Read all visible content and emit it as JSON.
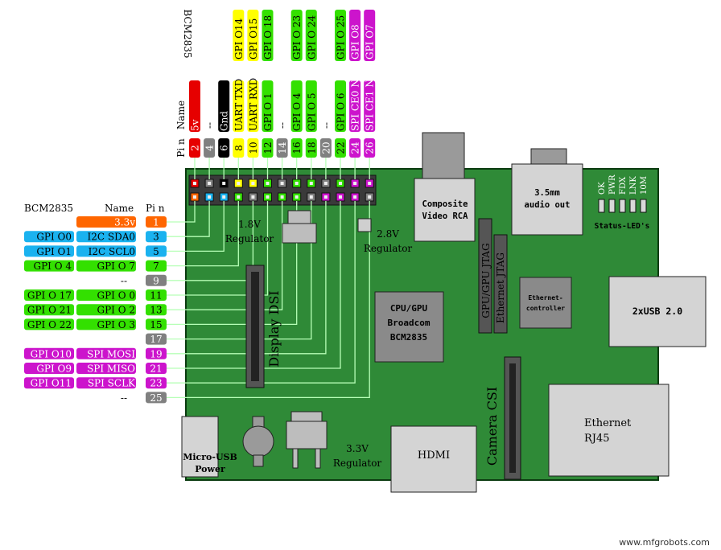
{
  "colors": {
    "board": "#2f8a37",
    "board_stroke": "#0b3b10",
    "red": "#e60000",
    "orange": "#ff6600",
    "yellow": "#ffff00",
    "green": "#33e000",
    "blue": "#1ab2ef",
    "magenta": "#cc14cc",
    "grey": "#808080",
    "black": "#000000",
    "component": "#cfcfcf",
    "chip": "#8a8a8a",
    "wire": "#b7ffb7"
  },
  "top_header": {
    "bcm": "BCM2835",
    "name": "Name",
    "pin": "Pi n"
  },
  "top_pins": [
    {
      "pin": "2",
      "pin_color": "red",
      "name": "5v",
      "name_color": "red",
      "bcm": "",
      "bcm_color": ""
    },
    {
      "pin": "4",
      "pin_color": "grey",
      "name": "--",
      "name_color": "",
      "bcm": "",
      "bcm_color": ""
    },
    {
      "pin": "6",
      "pin_color": "black",
      "name": "Gnd",
      "name_color": "black",
      "bcm": "",
      "bcm_color": ""
    },
    {
      "pin": "8",
      "pin_color": "yellow",
      "name": "UART TXD",
      "name_color": "yellow",
      "bcm": "GPI O14",
      "bcm_color": "yellow"
    },
    {
      "pin": "10",
      "pin_color": "yellow",
      "name": "UART RXD",
      "name_color": "yellow",
      "bcm": "GPI O15",
      "bcm_color": "yellow"
    },
    {
      "pin": "12",
      "pin_color": "green",
      "name": "GPI O 1",
      "name_color": "green",
      "bcm": "GPI O 18",
      "bcm_color": "green"
    },
    {
      "pin": "14",
      "pin_color": "grey",
      "name": "--",
      "name_color": "",
      "bcm": "",
      "bcm_color": ""
    },
    {
      "pin": "16",
      "pin_color": "green",
      "name": "GPI O 4",
      "name_color": "green",
      "bcm": "GPI O 23",
      "bcm_color": "green"
    },
    {
      "pin": "18",
      "pin_color": "green",
      "name": "GPI O 5",
      "name_color": "green",
      "bcm": "GPI O 24",
      "bcm_color": "green"
    },
    {
      "pin": "20",
      "pin_color": "grey",
      "name": "--",
      "name_color": "",
      "bcm": "",
      "bcm_color": ""
    },
    {
      "pin": "22",
      "pin_color": "green",
      "name": "GPI O 6",
      "name_color": "green",
      "bcm": "GPI O 25",
      "bcm_color": "green"
    },
    {
      "pin": "24",
      "pin_color": "magenta",
      "name": "SPI CE0 N",
      "name_color": "magenta",
      "bcm": "GPI O8",
      "bcm_color": "magenta"
    },
    {
      "pin": "26",
      "pin_color": "magenta",
      "name": "SPI CE1 N",
      "name_color": "magenta",
      "bcm": "GPI O7",
      "bcm_color": "magenta"
    }
  ],
  "left_header": {
    "bcm": "BCM2835",
    "name": "Name",
    "pin": "Pi n"
  },
  "left_pins": [
    {
      "pin": "1",
      "pin_color": "orange",
      "name": "3.3v",
      "name_color": "orange",
      "bcm": "",
      "bcm_color": ""
    },
    {
      "pin": "3",
      "pin_color": "blue",
      "name": "I2C SDA0",
      "name_color": "blue",
      "bcm": "GPI O0",
      "bcm_color": "blue"
    },
    {
      "pin": "5",
      "pin_color": "blue",
      "name": "I2C SCL0",
      "name_color": "blue",
      "bcm": "GPI O1",
      "bcm_color": "blue"
    },
    {
      "pin": "7",
      "pin_color": "green",
      "name": "GPI O 7",
      "name_color": "green",
      "bcm": "GPI O 4",
      "bcm_color": "green"
    },
    {
      "pin": "9",
      "pin_color": "grey",
      "name": "--",
      "name_color": "",
      "bcm": "",
      "bcm_color": ""
    },
    {
      "pin": "11",
      "pin_color": "green",
      "name": "GPI O 0",
      "name_color": "green",
      "bcm": "GPI O 17",
      "bcm_color": "green"
    },
    {
      "pin": "13",
      "pin_color": "green",
      "name": "GPI O 2",
      "name_color": "green",
      "bcm": "GPI O 21",
      "bcm_color": "green"
    },
    {
      "pin": "15",
      "pin_color": "green",
      "name": "GPI O 3",
      "name_color": "green",
      "bcm": "GPI O 22",
      "bcm_color": "green"
    },
    {
      "pin": "17",
      "pin_color": "grey",
      "name": "",
      "name_color": "",
      "bcm": "",
      "bcm_color": ""
    },
    {
      "pin": "19",
      "pin_color": "magenta",
      "name": "SPI MOSI",
      "name_color": "magenta",
      "bcm": "GPI O10",
      "bcm_color": "magenta"
    },
    {
      "pin": "21",
      "pin_color": "magenta",
      "name": "SPI MISO",
      "name_color": "magenta",
      "bcm": "GPI O9",
      "bcm_color": "magenta"
    },
    {
      "pin": "23",
      "pin_color": "magenta",
      "name": "SPI SCLK",
      "name_color": "magenta",
      "bcm": "GPI O11",
      "bcm_color": "magenta"
    },
    {
      "pin": "25",
      "pin_color": "grey",
      "name": "--",
      "name_color": "",
      "bcm": "",
      "bcm_color": ""
    }
  ],
  "components": {
    "composite_line1": "Composite",
    "composite_line2": "Video RCA",
    "audio_line1": "3.5mm",
    "audio_line2": "audio out",
    "status_leds_label": "Status-LED's",
    "led_labels": [
      "OK",
      "PWR",
      "FDX",
      "LNK",
      "10M"
    ],
    "reg18_line1": "1.8V",
    "reg18_line2": "Regulator",
    "reg28_line1": "2.8V",
    "reg28_line2": "Regulator",
    "gpu_jtag": "GPU/GPU JTAG",
    "eth_jtag": "Ethernet JTAG",
    "eth_ctrl_line1": "Ethernet-",
    "eth_ctrl_line2": "controller",
    "cpu_line1": "CPU/GPU",
    "cpu_line2": "Broadcom",
    "cpu_line3": "BCM2835",
    "usb": "2xUSB 2.0",
    "display_dsi": "Display DSI",
    "camera_csi": "Camera CSI",
    "ethernet_line1": "Ethernet",
    "ethernet_line2": "RJ45",
    "hdmi": "HDMI",
    "micro_usb_line1": "Micro-USB",
    "micro_usb_line2": "Power",
    "reg33_line1": "3.3V",
    "reg33_line2": "Regulator"
  },
  "watermark": "www.mfgrobots.com"
}
